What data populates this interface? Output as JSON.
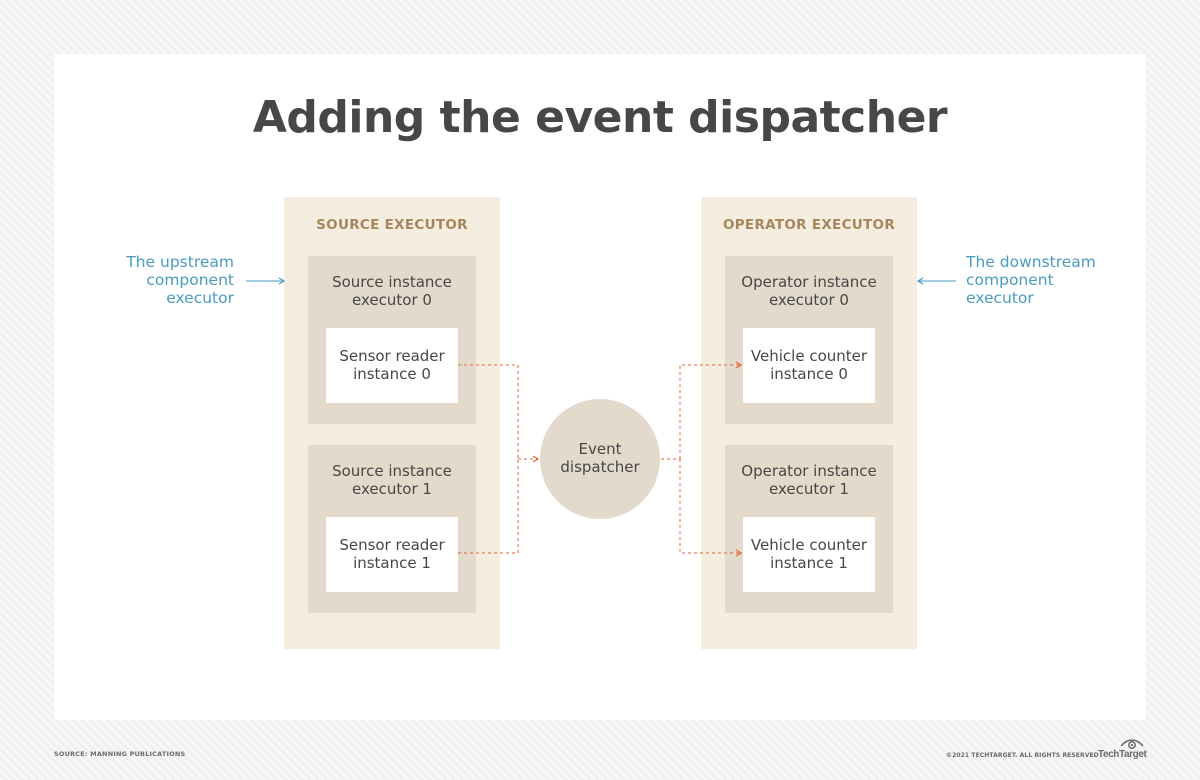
{
  "title": "Adding the event dispatcher",
  "upstream_label": [
    "The upstream",
    "component",
    "executor"
  ],
  "downstream_label": [
    "The downstream",
    "component",
    "executor"
  ],
  "source_executor": {
    "label": "SOURCE EXECUTOR",
    "instances": [
      {
        "label": [
          "Source instance",
          "executor 0"
        ],
        "inner": [
          "Sensor reader",
          "instance 0"
        ]
      },
      {
        "label": [
          "Source instance",
          "executor 1"
        ],
        "inner": [
          "Sensor reader",
          "instance 1"
        ]
      }
    ]
  },
  "operator_executor": {
    "label": "OPERATOR EXECUTOR",
    "instances": [
      {
        "label": [
          "Operator instance",
          "executor 0"
        ],
        "inner": [
          "Vehicle counter",
          "instance 0"
        ]
      },
      {
        "label": [
          "Operator instance",
          "executor 1"
        ],
        "inner": [
          "Vehicle counter",
          "instance 1"
        ]
      }
    ]
  },
  "dispatcher": {
    "label": [
      "Event",
      "dispatcher"
    ]
  },
  "footer": {
    "source": "SOURCE: MANNING PUBLICATIONS",
    "copyright": "©2021 TECHTARGET. ALL RIGHTS RESERVED",
    "brand": "TechTarget"
  },
  "colors": {
    "accent_blue": "#4a9bbf",
    "connector_orange": "#e0643a",
    "executor_bg": "#f5ede0",
    "instance_bg": "#e3dacb"
  }
}
